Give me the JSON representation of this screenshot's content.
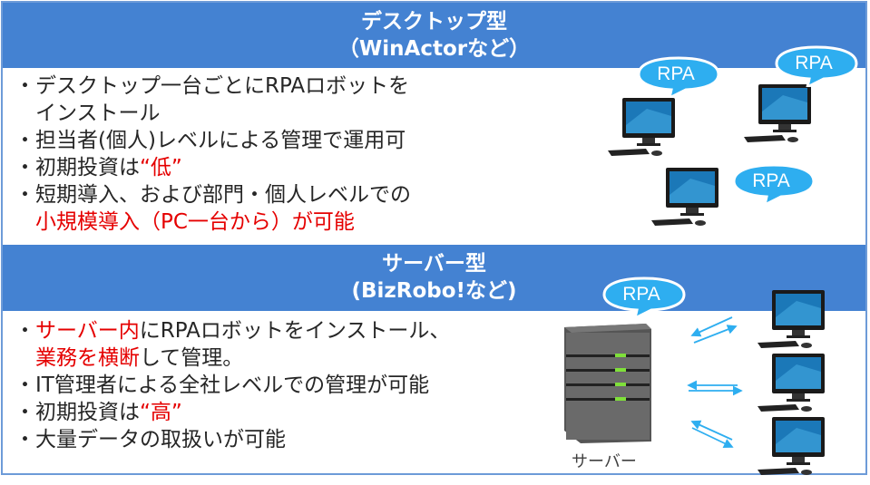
{
  "desktop": {
    "title": "デスクトップ型",
    "subtitle": "（WinActorなど）",
    "items": [
      {
        "a": "・デスクトップ一台ごとにRPAロボットを"
      },
      {
        "a": "　インストール"
      },
      {
        "a": "・担当者(個人)レベルによる管理で運用可"
      },
      {
        "a": "・初期投資は",
        "red": "“低”"
      },
      {
        "a": "・短期導入、および部門・個人レベルでの"
      },
      {
        "pre": "　",
        "red": "小規模導入（PC一台から）が可能"
      }
    ],
    "bubble": "RPA"
  },
  "server": {
    "title": "サーバー型",
    "subtitle": "(BizRobo!など)",
    "items": [
      {
        "pre": "・",
        "red": "サーバー内",
        "a": "にRPAロボットをインストール、"
      },
      {
        "pre": "　",
        "red": "業務を横断",
        "a": "して管理。"
      },
      {
        "a": "・IT管理者による全社レベルでの管理が可能"
      },
      {
        "a": "・初期投資は",
        "red": "“高”"
      },
      {
        "a": "・大量データの取扱いが可能"
      }
    ],
    "bubble": "RPA",
    "caption": "サーバー"
  },
  "colors": {
    "band": "#4482d2",
    "accent_red": "#e50000",
    "bubble": "#2eaef0"
  }
}
